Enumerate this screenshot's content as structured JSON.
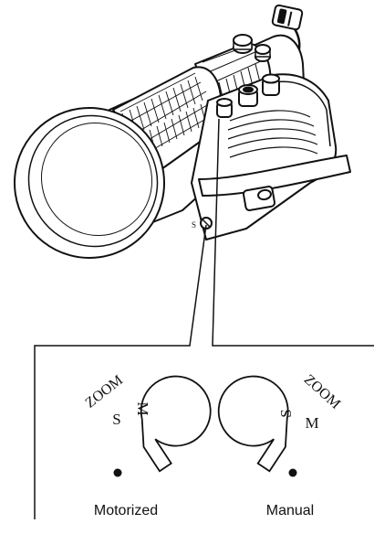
{
  "lens": {
    "mark": "S"
  },
  "switch_left": {
    "zoom_label": "ZOOM",
    "s_label": "S",
    "m_label": "M",
    "caption": "Motorized"
  },
  "switch_right": {
    "zoom_label": "ZOOM",
    "s_label": "S",
    "m_label": "M",
    "caption": "Manual"
  },
  "colors": {
    "ink": "#111111",
    "paper": "#ffffff"
  }
}
